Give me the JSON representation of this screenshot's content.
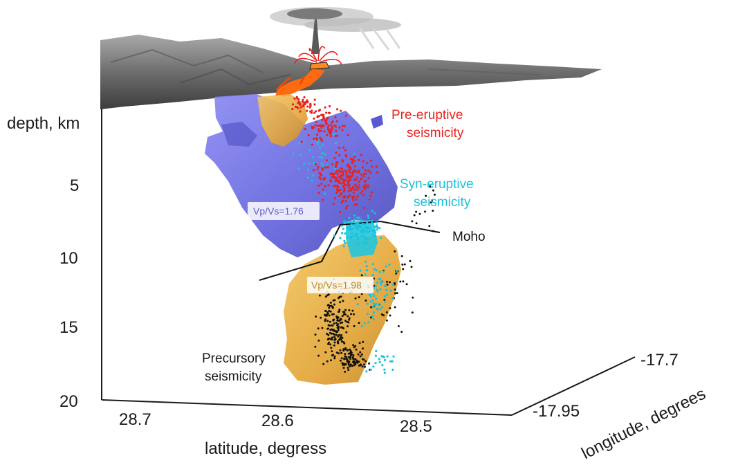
{
  "axes": {
    "depth_title": "depth, km",
    "depth_ticks": [
      "5",
      "10",
      "15",
      "20"
    ],
    "latitude_title": "latitude, degress",
    "latitude_ticks": [
      "28.7",
      "28.6",
      "28.5"
    ],
    "longitude_title": "longitude, degrees",
    "longitude_ticks": [
      "-17.7",
      "-17.95"
    ]
  },
  "annotations": {
    "pre_eruptive_line1": "Pre-eruptive",
    "pre_eruptive_line2": "seismicity",
    "syn_eruptive_line1": "Syn-eruptive",
    "syn_eruptive_line2": "seismicity",
    "moho": "Moho",
    "vpvs_blue": "Vp/Vs=1.76",
    "vpvs_gold": "Vp/Vs=1.98",
    "precursory_line1": "Precursory",
    "precursory_line2": "seismicity"
  },
  "colors": {
    "pre_eruptive": "#e8221f",
    "syn_eruptive": "#19c2dc",
    "precursory": "#111111",
    "blue_body": "#6e6ee6",
    "gold_body": "#e9b24a",
    "terrain": "#7d7d7d",
    "lava": "#ff6a10"
  }
}
